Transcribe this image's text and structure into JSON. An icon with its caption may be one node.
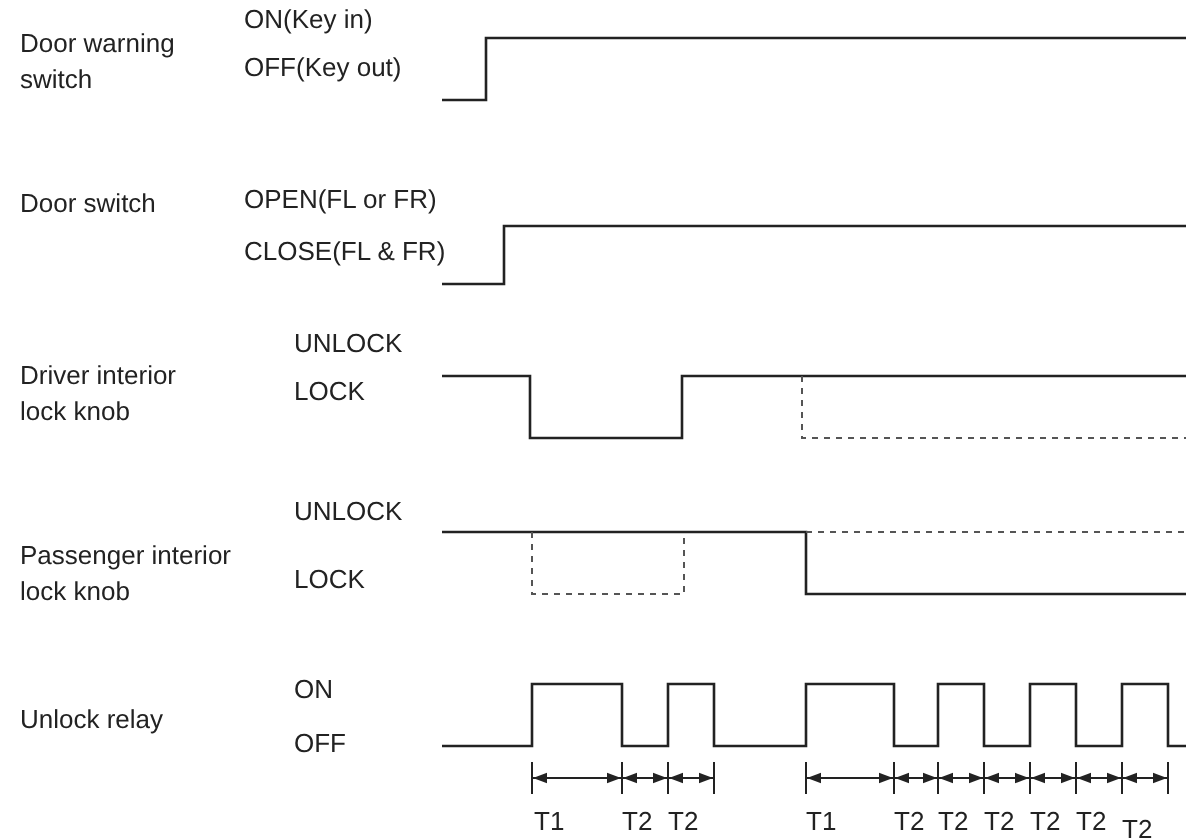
{
  "diagram": {
    "labels": [
      "Door warning switch",
      "ON(Key in)",
      "OFF(Key out)",
      "Door switch",
      "OPEN(FL or FR)",
      "CLOSE(FL & FR)",
      "Driver interior lock knob",
      "UNLOCK",
      "LOCK",
      "Passenger interior lock knob",
      "UNLOCK",
      "LOCK",
      "Unlock relay",
      "ON",
      "OFF",
      "T1",
      "T2",
      "T2",
      "T1",
      "T2",
      "T2",
      "T2",
      "T2",
      "T2",
      "T2"
    ]
  }
}
